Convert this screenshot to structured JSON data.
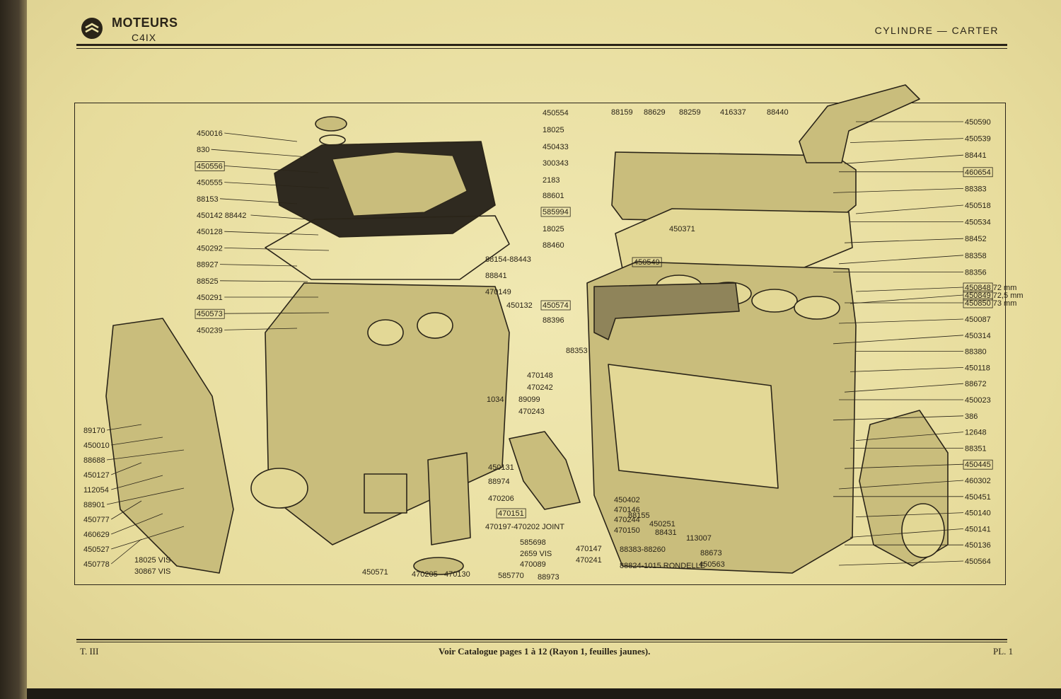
{
  "header": {
    "title": "MOTEURS",
    "model": "C4IX",
    "section": "CYLINDRE — CARTER"
  },
  "footer": {
    "page_ref": "T. III",
    "catalogue_note": "Voir Catalogue pages 1 à 12 (Rayon 1, feuilles jaunes).",
    "plate": "PL. 1"
  },
  "colors": {
    "paper": "#ece3a6",
    "ink": "#2a2418",
    "part_fill": "#c9bd7c",
    "part_dark": "#2f2a20"
  },
  "callouts_left": [
    {
      "id": "450016",
      "boxed": false
    },
    {
      "id": "830",
      "boxed": false
    },
    {
      "id": "450556",
      "boxed": true
    },
    {
      "id": "450555",
      "boxed": false
    },
    {
      "id": "88153",
      "boxed": false
    },
    {
      "id": "450142 88442",
      "boxed": false
    },
    {
      "id": "450128",
      "boxed": false
    },
    {
      "id": "450292",
      "boxed": false
    },
    {
      "id": "88927",
      "boxed": false
    },
    {
      "id": "88525",
      "boxed": false
    },
    {
      "id": "450291",
      "boxed": false
    },
    {
      "id": "450573",
      "boxed": true
    },
    {
      "id": "450239",
      "boxed": false
    }
  ],
  "callouts_lower_left": [
    {
      "id": "89170"
    },
    {
      "id": "450010"
    },
    {
      "id": "88688"
    },
    {
      "id": "450127"
    },
    {
      "id": "112054"
    },
    {
      "id": "88901"
    },
    {
      "id": "450777"
    },
    {
      "id": "460629"
    },
    {
      "id": "450527"
    },
    {
      "id": "450778"
    },
    {
      "id": "18025 VIS"
    },
    {
      "id": "30867 VIS"
    }
  ],
  "callouts_center": [
    {
      "id": "450554",
      "boxed": false
    },
    {
      "id": "18025",
      "boxed": false
    },
    {
      "id": "450433",
      "boxed": false
    },
    {
      "id": "300343",
      "boxed": false
    },
    {
      "id": "2183",
      "boxed": false
    },
    {
      "id": "88601",
      "boxed": false
    },
    {
      "id": "585994",
      "boxed": true
    },
    {
      "id": "18025",
      "boxed": false
    },
    {
      "id": "88460",
      "boxed": false
    },
    {
      "id": "88154-88443",
      "boxed": false
    },
    {
      "id": "88841",
      "boxed": false
    },
    {
      "id": "470149",
      "boxed": false
    },
    {
      "id": "450132",
      "boxed": false
    },
    {
      "id": "450574",
      "boxed": true
    },
    {
      "id": "88396",
      "boxed": false
    },
    {
      "id": "88353",
      "boxed": false
    },
    {
      "id": "470148",
      "boxed": false
    },
    {
      "id": "470242",
      "boxed": false
    },
    {
      "id": "1034",
      "boxed": false
    },
    {
      "id": "89099",
      "boxed": false
    },
    {
      "id": "470243",
      "boxed": false
    },
    {
      "id": "450131",
      "boxed": false
    },
    {
      "id": "88974",
      "boxed": false
    },
    {
      "id": "470206",
      "boxed": false
    },
    {
      "id": "470151",
      "boxed": true
    },
    {
      "id": "470197-470202 JOINT",
      "boxed": false
    },
    {
      "id": "585698",
      "boxed": false
    },
    {
      "id": "2659 VIS",
      "boxed": false
    },
    {
      "id": "470089",
      "boxed": false
    },
    {
      "id": "585770",
      "boxed": false
    },
    {
      "id": "88973",
      "boxed": false
    },
    {
      "id": "450571",
      "boxed": false
    },
    {
      "id": "470205",
      "boxed": false
    },
    {
      "id": "470130",
      "boxed": false
    },
    {
      "id": "470147",
      "boxed": false
    },
    {
      "id": "470241",
      "boxed": false
    }
  ],
  "callouts_bottom_center": [
    {
      "id": "450402"
    },
    {
      "id": "470146"
    },
    {
      "id": "470244"
    },
    {
      "id": "470150"
    },
    {
      "id": "88155"
    },
    {
      "id": "450251"
    },
    {
      "id": "88431"
    },
    {
      "id": "113007"
    },
    {
      "id": "88383-88260"
    },
    {
      "id": "88824-1015 RONDELLE"
    },
    {
      "id": "88673"
    },
    {
      "id": "450563"
    },
    {
      "id": "450371"
    },
    {
      "id": "450549",
      "boxed": true
    }
  ],
  "callouts_top_right": [
    {
      "id": "88159"
    },
    {
      "id": "88629"
    },
    {
      "id": "88259"
    },
    {
      "id": "416337"
    },
    {
      "id": "88440"
    }
  ],
  "callouts_right": [
    {
      "id": "450590",
      "boxed": false
    },
    {
      "id": "450539",
      "boxed": false
    },
    {
      "id": "88441",
      "boxed": false
    },
    {
      "id": "460654",
      "boxed": true
    },
    {
      "id": "88383",
      "boxed": false
    },
    {
      "id": "450518",
      "boxed": false
    },
    {
      "id": "450534",
      "boxed": false
    },
    {
      "id": "88452",
      "boxed": false
    },
    {
      "id": "88358",
      "boxed": false
    },
    {
      "id": "88356",
      "boxed": false
    },
    {
      "id": "450848",
      "boxed": true,
      "note": "72 mm"
    },
    {
      "id": "450849",
      "boxed": true,
      "note": "72,5 mm"
    },
    {
      "id": "450850",
      "boxed": true,
      "note": "73 mm"
    },
    {
      "id": "450087",
      "boxed": false
    },
    {
      "id": "450314",
      "boxed": false
    },
    {
      "id": "88380",
      "boxed": false
    },
    {
      "id": "450118",
      "boxed": false
    },
    {
      "id": "88672",
      "boxed": false
    },
    {
      "id": "450023",
      "boxed": false
    },
    {
      "id": "386",
      "boxed": false
    },
    {
      "id": "12648",
      "boxed": false
    },
    {
      "id": "88351",
      "boxed": false
    },
    {
      "id": "450445",
      "boxed": true
    },
    {
      "id": "460302",
      "boxed": false
    },
    {
      "id": "450451",
      "boxed": false
    },
    {
      "id": "450140",
      "boxed": false
    },
    {
      "id": "450141",
      "boxed": false
    },
    {
      "id": "450136",
      "boxed": false
    },
    {
      "id": "450564",
      "boxed": false
    }
  ]
}
